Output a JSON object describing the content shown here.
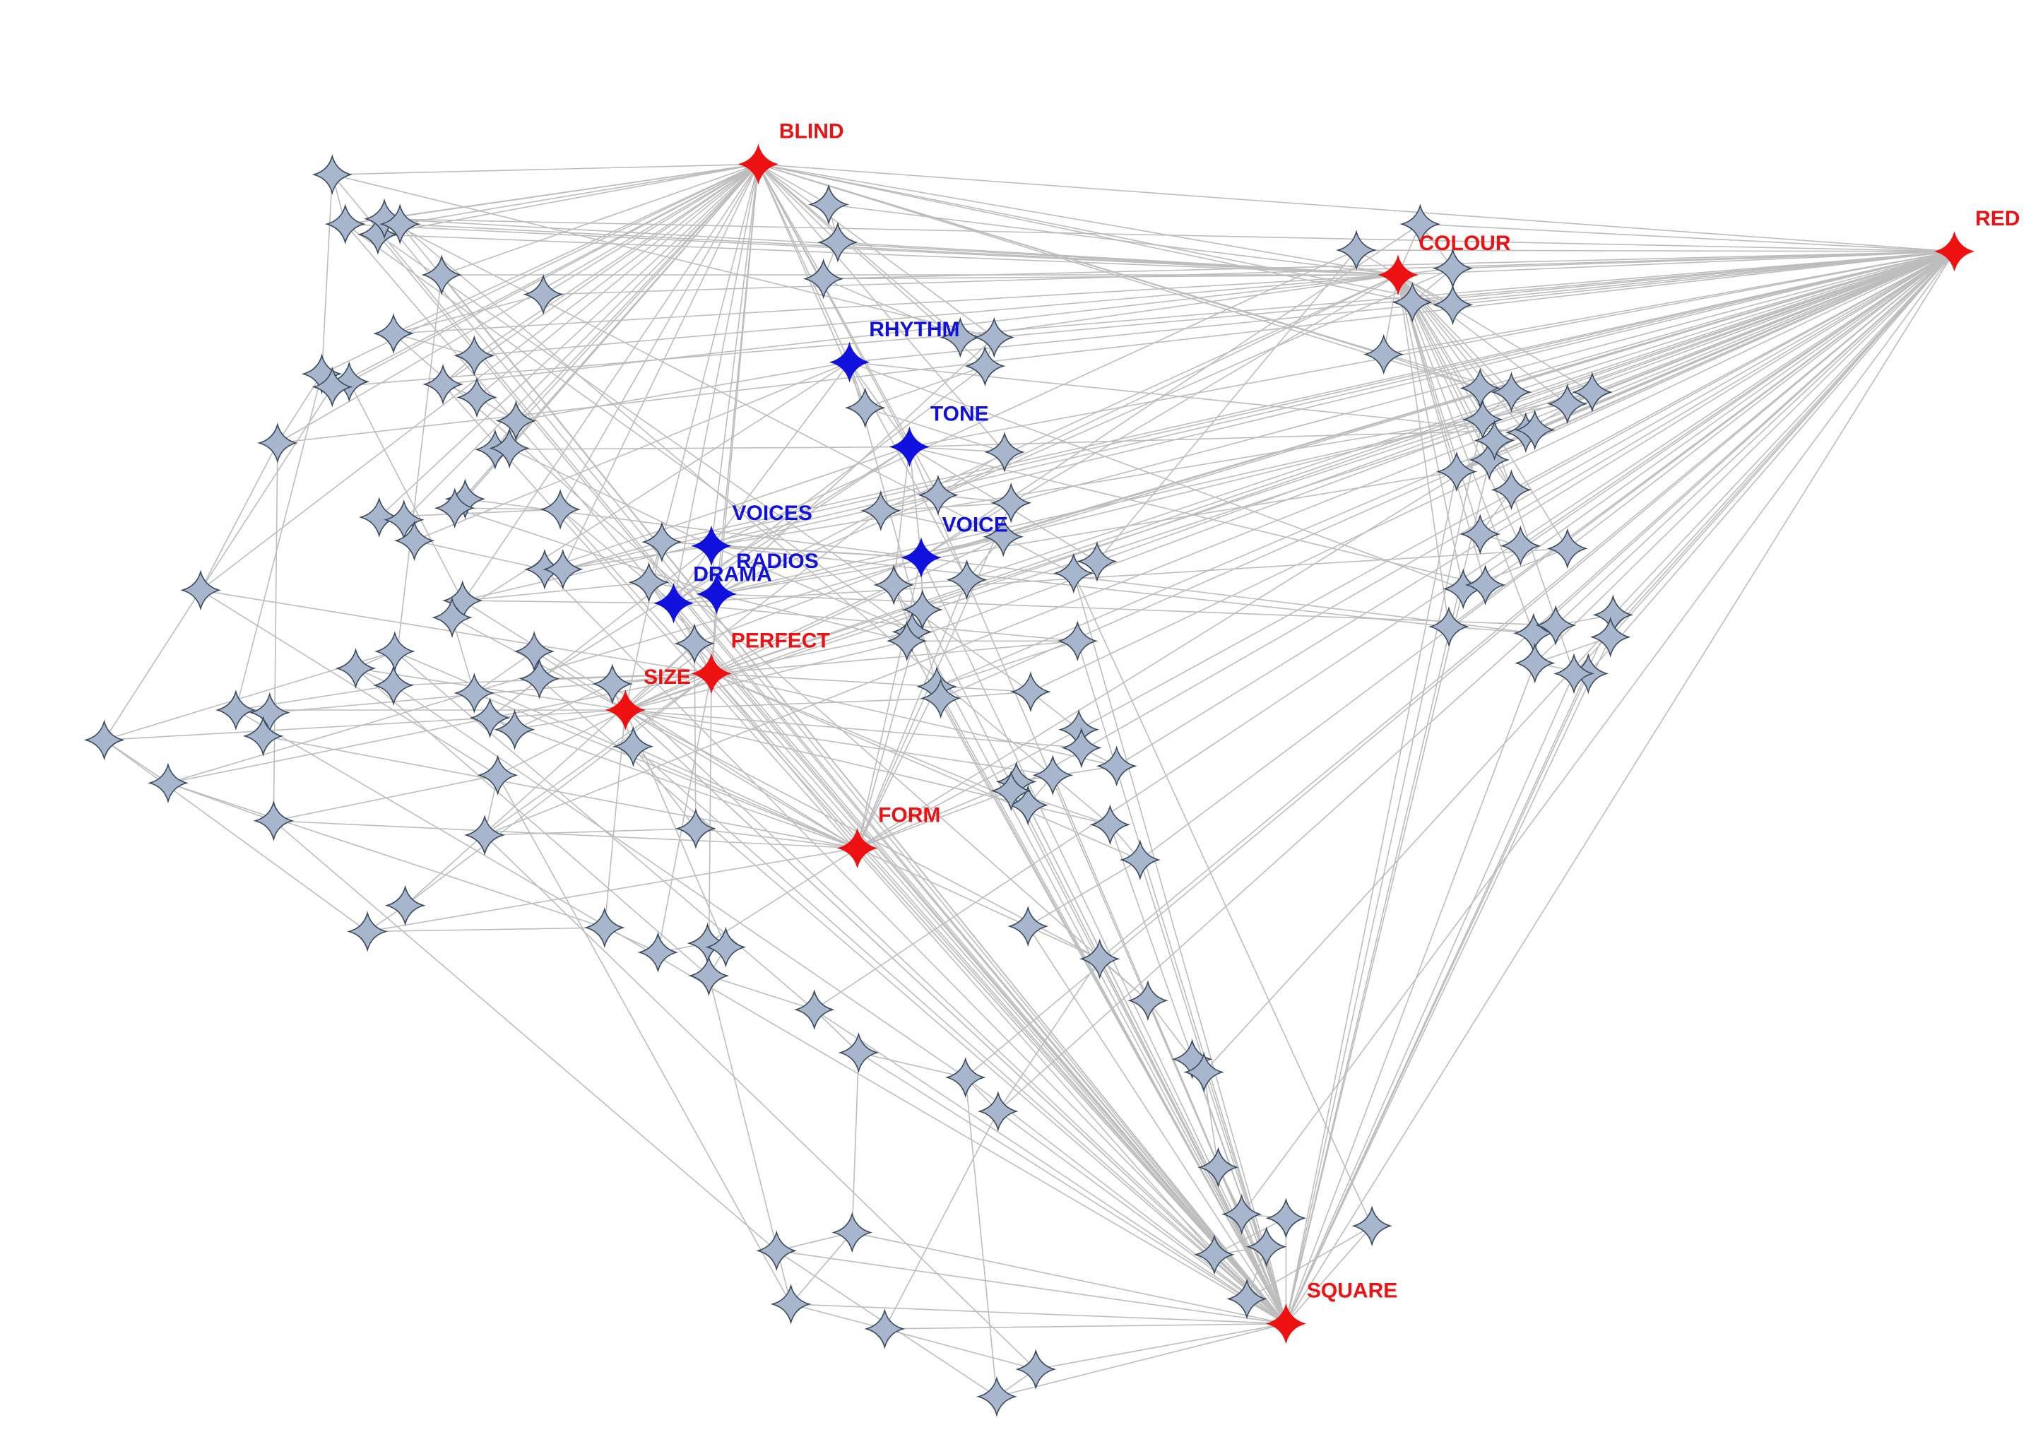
{
  "labeled_nodes": [
    {
      "id": "blind",
      "label": "BLIND",
      "group": "red"
    },
    {
      "id": "colour",
      "label": "COLOUR",
      "group": "red"
    },
    {
      "id": "red",
      "label": "RED",
      "group": "red"
    },
    {
      "id": "perfect",
      "label": "PERFECT",
      "group": "red"
    },
    {
      "id": "size",
      "label": "SIZE",
      "group": "red"
    },
    {
      "id": "form",
      "label": "FORM",
      "group": "red"
    },
    {
      "id": "square",
      "label": "SQUARE",
      "group": "red"
    },
    {
      "id": "rhythm",
      "label": "RHYTHM",
      "group": "blue"
    },
    {
      "id": "tone",
      "label": "TONE",
      "group": "blue"
    },
    {
      "id": "voices",
      "label": "VOICES",
      "group": "blue"
    },
    {
      "id": "voice",
      "label": "VOICE",
      "group": "blue"
    },
    {
      "id": "radios",
      "label": "RADIOS",
      "group": "blue"
    },
    {
      "id": "drama",
      "label": "DRAMA",
      "group": "blue"
    }
  ],
  "colors": {
    "red_group": "#ee1111",
    "blue_group": "#1111dd",
    "unlabeled_node": "#a7b6cc",
    "node_outline": "#3a4a5c",
    "edge": "#bdbdbd"
  },
  "node_shape": "four-point-star-icon",
  "unlabeled_node_count": 150
}
